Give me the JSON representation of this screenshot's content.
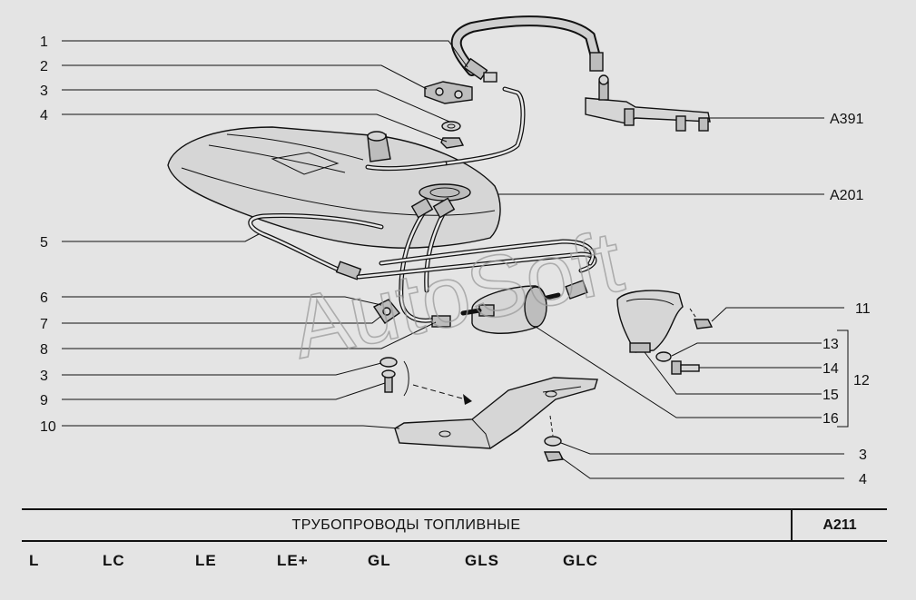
{
  "callouts_left": [
    "1",
    "2",
    "3",
    "4",
    "5",
    "6",
    "7",
    "8",
    "3",
    "9",
    "10"
  ],
  "callouts_right": [
    "A391",
    "A201",
    "11",
    "13",
    "14",
    "15",
    "16",
    "3",
    "4"
  ],
  "callout_group": "12",
  "watermark": "AutoSoft",
  "title": "ТРУБОПРОВОДЫ  ТОПЛИВНЫЕ",
  "code": "A211",
  "versions": [
    "L",
    "LC",
    "LE",
    "LE+",
    "GL",
    "GLS",
    "GLC"
  ],
  "colors": {
    "background": "#e4e4e4",
    "ink": "#111111",
    "watermark": "#9a9a9a"
  }
}
